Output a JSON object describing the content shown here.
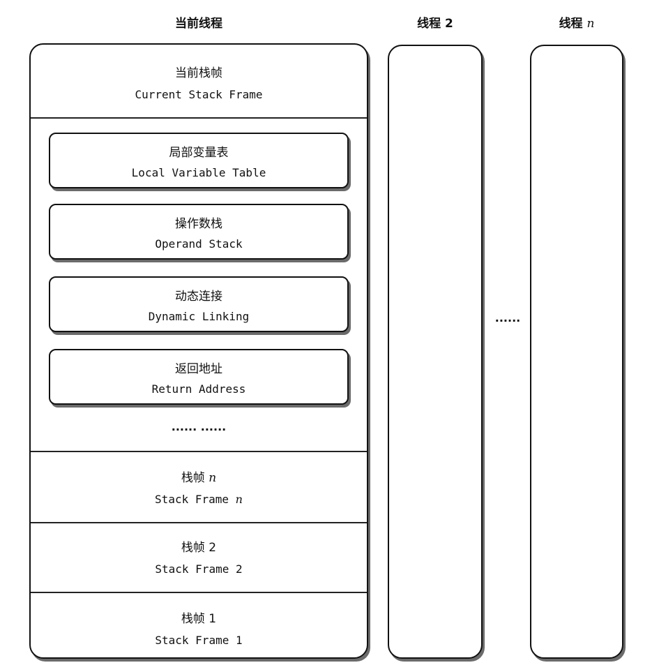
{
  "titles": {
    "current_thread": "当前线程",
    "thread_2": "线程 2",
    "thread_n_prefix": "线程 ",
    "thread_n_var": "n"
  },
  "current_frame": {
    "cn": "当前栈帧",
    "en": "Current Stack Frame"
  },
  "frame_parts": [
    {
      "cn": "局部变量表",
      "en": "Local Variable Table"
    },
    {
      "cn": "操作数栈",
      "en": "Operand Stack"
    },
    {
      "cn": "动态连接",
      "en": "Dynamic Linking"
    },
    {
      "cn": "返回地址",
      "en": "Return Address"
    }
  ],
  "frame_parts_ellipsis": "...... ......",
  "stack_frames": [
    {
      "cn_prefix": "栈帧 ",
      "cn_var": "n",
      "en_prefix": "Stack Frame ",
      "en_var": "n"
    },
    {
      "cn": "栈帧 2",
      "en": "Stack Frame 2"
    },
    {
      "cn": "栈帧 1",
      "en": "Stack Frame 1"
    }
  ],
  "between_threads_ellipsis": "......"
}
